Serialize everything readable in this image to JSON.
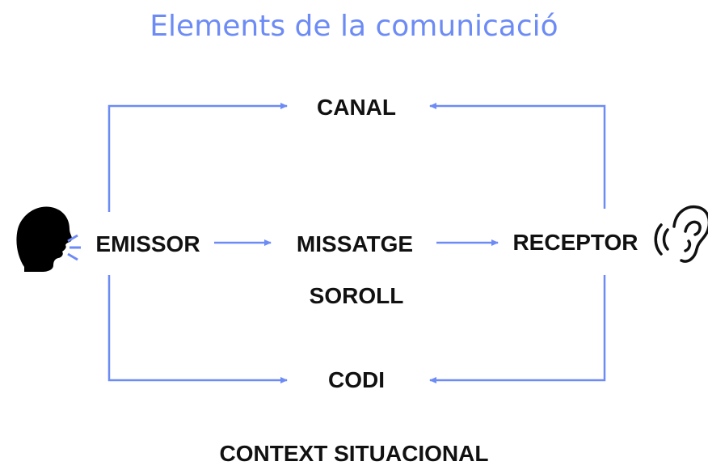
{
  "title": "Elements de la comunicació",
  "nodes": {
    "canal": "CANAL",
    "emissor": "EMISSOR",
    "missatge": "MISSATGE",
    "receptor": "RECEPTOR",
    "soroll": "SOROLL",
    "codi": "CODI"
  },
  "footer": "CONTEXT SITUACIONAL",
  "icons": {
    "speaker": "speaking-head-icon",
    "listener": "ear-icon"
  },
  "colors": {
    "accent": "#6d8bf5",
    "text": "#111111"
  }
}
